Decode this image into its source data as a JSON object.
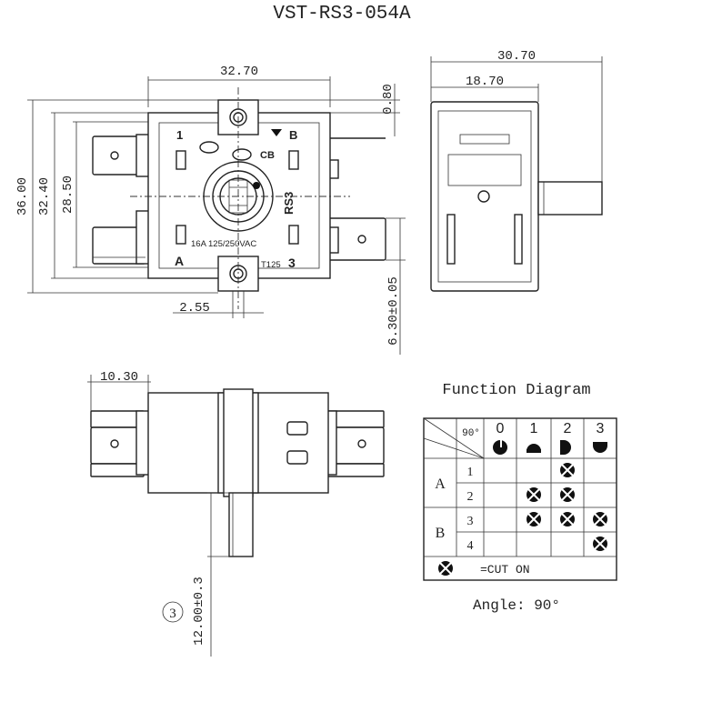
{
  "title": "VST-RS3-054A",
  "front_view": {
    "dim_width": "32.70",
    "dim_overall_height": "36.00",
    "dim_inner_height": "32.40",
    "dim_terminal_height": "28.50",
    "dim_top_offset": "0.80",
    "dim_slot": "2.55",
    "dim_shaft_flat": "6.30±0.05",
    "label_pos_1": "1",
    "label_pos_b": "B",
    "label_pos_a": "A",
    "label_pos_3": "3",
    "label_cb": "CB",
    "label_model": "RS3",
    "label_rating": "16A  125/250VAC",
    "label_temp": "T125"
  },
  "side_view": {
    "dim_total": "30.70",
    "dim_body": "18.70"
  },
  "bottom_view": {
    "dim_terminal": "10.30",
    "dim_shaft_length": "12.00±0.3",
    "callout_number": "3"
  },
  "function_diagram": {
    "title": "Function Diagram",
    "header_angle": "90°",
    "positions": [
      "0",
      "1",
      "2",
      "3"
    ],
    "groups": [
      {
        "label": "A",
        "rows": [
          {
            "num": "1",
            "on": [
              false,
              false,
              true,
              false
            ]
          },
          {
            "num": "2",
            "on": [
              false,
              true,
              true,
              false
            ]
          }
        ]
      },
      {
        "label": "B",
        "rows": [
          {
            "num": "3",
            "on": [
              false,
              true,
              true,
              true
            ]
          },
          {
            "num": "4",
            "on": [
              false,
              false,
              false,
              true
            ]
          }
        ]
      }
    ],
    "legend_text": "=CUT ON",
    "angle_text": "Angle: 90°"
  }
}
